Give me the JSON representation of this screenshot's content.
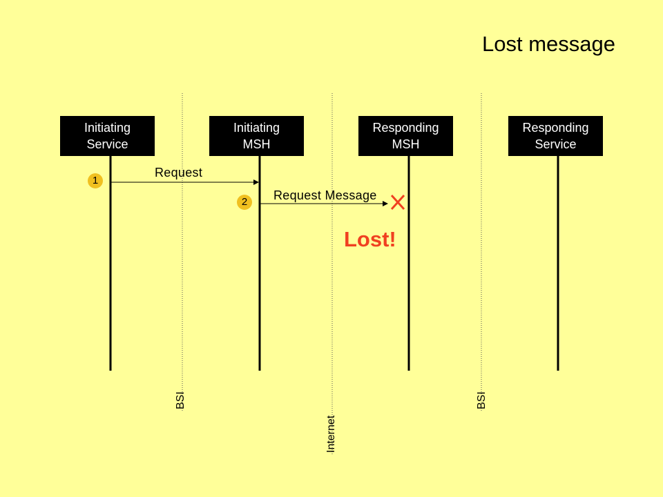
{
  "title": "Lost message",
  "actors": [
    {
      "line1": "Initiating",
      "line2": "Service"
    },
    {
      "line1": "Initiating",
      "line2": "MSH"
    },
    {
      "line1": "Responding",
      "line2": "MSH"
    },
    {
      "line1": "Responding",
      "line2": "Service"
    }
  ],
  "messages": [
    {
      "step": "1",
      "label": "Request"
    },
    {
      "step": "2",
      "label": "Request Message"
    }
  ],
  "lost": {
    "label": "Lost!",
    "marker": "x-mark-icon"
  },
  "boundaries": [
    {
      "label": "BSI"
    },
    {
      "label": "Internet"
    },
    {
      "label": "BSI"
    }
  ],
  "colors": {
    "background": "#FFFF99",
    "actor_box": "#000000",
    "actor_text": "#FFFFFF",
    "badge": "#F0C020",
    "lost": "#F04020"
  }
}
